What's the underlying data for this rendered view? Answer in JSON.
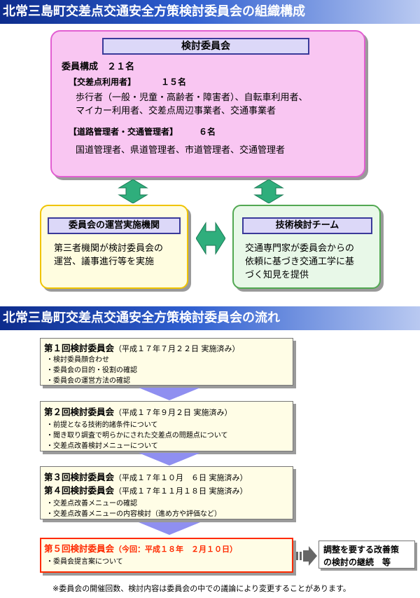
{
  "org": {
    "banner": "北常三島町交差点交通安全方策検討委員会の組織構成",
    "committee": {
      "header": "検討委員会",
      "composition": "委員構成　２１名",
      "group1_label": "【交差点利用者】",
      "group1_count": "１５名",
      "group1_line1": "歩行者（一般・児童・高齢者・障害者）、自転車利用者、",
      "group1_line2": "マイカー利用者、交差点周辺事業者、交通事業者",
      "group2_label": "【道路管理者・交通管理者】",
      "group2_count": "６名",
      "group2_line1": "国道管理者、県道管理者、市道管理者、交通管理者"
    },
    "operator": {
      "header": "委員会の運営実施機関",
      "line1": "第三者機関が検討委員会の",
      "line2": "運営、議事進行等を実施"
    },
    "tech": {
      "header": "技術検討チーム",
      "line1": "交通専門家が委員会からの",
      "line2": "依頼に基づき交通工学に基",
      "line3": "づく知見を提供"
    }
  },
  "flow": {
    "banner": "北常三島町交差点交通安全方策検討委員会の流れ",
    "m1": {
      "title": "第１回検討委員会",
      "date": "（平成１７年７月２２日 実施済み）",
      "items": [
        "・検討委員顔合わせ",
        "・委員会の目的・役割の確認",
        "・委員会の運営方法の確認"
      ]
    },
    "m2": {
      "title": "第２回検討委員会",
      "date": "（平成１７年９月２日 実施済み）",
      "items": [
        "・前提となる技術的諸条件について",
        "・聞き取り調査で明らかにされた交差点の問題点について",
        "・交差点改善検討メニューについて"
      ]
    },
    "m34": {
      "title3": "第３回検討委員会",
      "date3": "（平成１７年１０月　６日 実施済み）",
      "title4": "第４回検討委員会",
      "date4": "（平成１７年１１月１８日 実施済み）",
      "items": [
        "・交差点改善メニューの確認",
        "・交差点改善メニューの内容検討（進め方や評価など）"
      ]
    },
    "m5": {
      "title": "第５回検討委員会",
      "date": "（今回：平成１８年　２月１０日）",
      "items": [
        "・委員会提言案について"
      ]
    },
    "next": {
      "line1": "調整を要する改善策",
      "line2": "の検討の継続　等"
    },
    "note": "※委員会の開催回数、検討内容は委員会の中での議論により変更することがあります。"
  },
  "colors": {
    "banner": "#0d2c8c",
    "pink_fill": "#f9c6f2",
    "arrow_green": "#2fae7c",
    "flow_arrow": "#8f8ff0",
    "highlight_red": "#ff2a00"
  }
}
